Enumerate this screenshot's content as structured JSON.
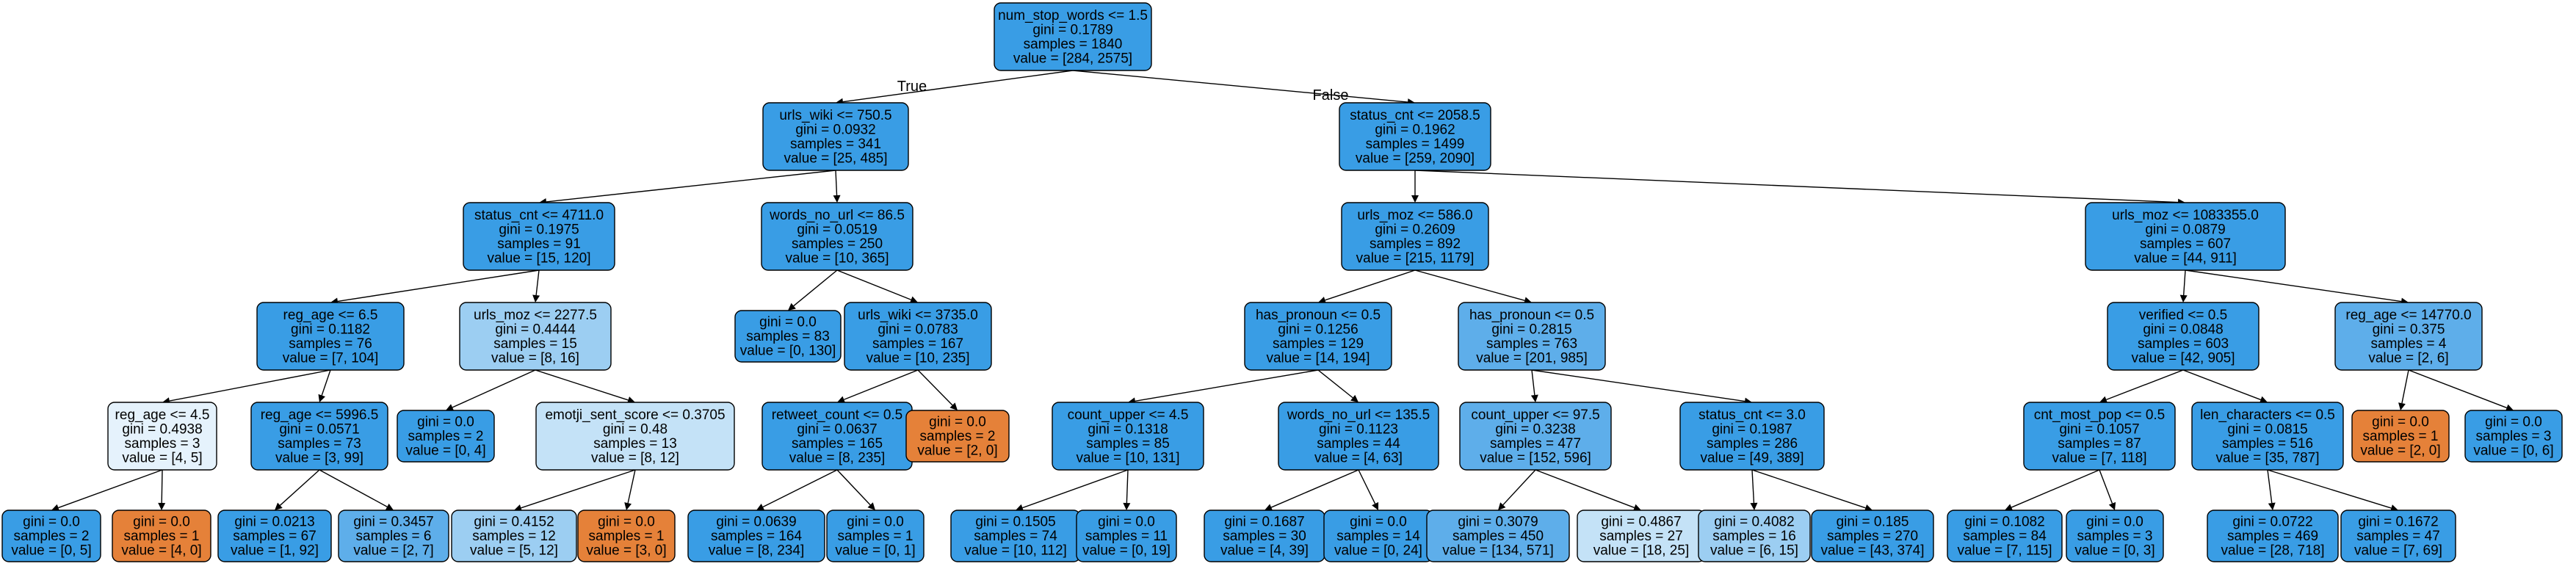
{
  "colors": {
    "blue_strong": "#399de5",
    "blue_mid": "#5eaeea",
    "blue_light": "#9ccef2",
    "blue_pale": "#c4e2f7",
    "blue_faint": "#e5f2fc",
    "orange": "#e58139"
  },
  "edge_labels": {
    "true": "True",
    "false": "False"
  },
  "nodes": [
    {
      "id": "n0",
      "lines": [
        "num_stop_words <= 1.5",
        "gini = 0.1789",
        "samples = 1840",
        "value = [284, 2575]"
      ],
      "color": "blue_strong"
    },
    {
      "id": "n1",
      "lines": [
        "urls_wiki <= 750.5",
        "gini = 0.0932",
        "samples = 341",
        "value = [25, 485]"
      ],
      "color": "blue_strong"
    },
    {
      "id": "n2",
      "lines": [
        "status_cnt <= 2058.5",
        "gini = 0.1962",
        "samples = 1499",
        "value = [259, 2090]"
      ],
      "color": "blue_strong"
    },
    {
      "id": "n3",
      "lines": [
        "status_cnt <= 4711.0",
        "gini = 0.1975",
        "samples = 91",
        "value = [15, 120]"
      ],
      "color": "blue_strong"
    },
    {
      "id": "n4",
      "lines": [
        "words_no_url <= 86.5",
        "gini = 0.0519",
        "samples = 250",
        "value = [10, 365]"
      ],
      "color": "blue_strong"
    },
    {
      "id": "n5",
      "lines": [
        "urls_moz <= 586.0",
        "gini = 0.2609",
        "samples = 892",
        "value = [215, 1179]"
      ],
      "color": "blue_strong"
    },
    {
      "id": "n6",
      "lines": [
        "urls_moz <= 1083355.0",
        "gini = 0.0879",
        "samples = 607",
        "value = [44, 911]"
      ],
      "color": "blue_strong"
    },
    {
      "id": "n7",
      "lines": [
        "reg_age <= 6.5",
        "gini = 0.1182",
        "samples = 76",
        "value = [7, 104]"
      ],
      "color": "blue_strong"
    },
    {
      "id": "n8",
      "lines": [
        "urls_moz <= 2277.5",
        "gini = 0.4444",
        "samples = 15",
        "value = [8, 16]"
      ],
      "color": "blue_light"
    },
    {
      "id": "n9",
      "lines": [
        "gini = 0.0",
        "samples = 83",
        "value = [0, 130]"
      ],
      "color": "blue_strong"
    },
    {
      "id": "n10",
      "lines": [
        "urls_wiki <= 3735.0",
        "gini = 0.0783",
        "samples = 167",
        "value = [10, 235]"
      ],
      "color": "blue_strong"
    },
    {
      "id": "n11",
      "lines": [
        "has_pronoun <= 0.5",
        "gini = 0.1256",
        "samples = 129",
        "value = [14, 194]"
      ],
      "color": "blue_strong"
    },
    {
      "id": "n12",
      "lines": [
        "has_pronoun <= 0.5",
        "gini = 0.2815",
        "samples = 763",
        "value = [201, 985]"
      ],
      "color": "blue_mid"
    },
    {
      "id": "n13",
      "lines": [
        "verified <= 0.5",
        "gini = 0.0848",
        "samples = 603",
        "value = [42, 905]"
      ],
      "color": "blue_strong"
    },
    {
      "id": "n14",
      "lines": [
        "reg_age <= 14770.0",
        "gini = 0.375",
        "samples = 4",
        "value = [2, 6]"
      ],
      "color": "blue_mid"
    },
    {
      "id": "n15",
      "lines": [
        "reg_age <= 4.5",
        "gini = 0.4938",
        "samples = 3",
        "value = [4, 5]"
      ],
      "color": "blue_faint"
    },
    {
      "id": "n16",
      "lines": [
        "reg_age <= 5996.5",
        "gini = 0.0571",
        "samples = 73",
        "value = [3, 99]"
      ],
      "color": "blue_strong"
    },
    {
      "id": "n17",
      "lines": [
        "gini = 0.0",
        "samples = 2",
        "value = [0, 4]"
      ],
      "color": "blue_strong"
    },
    {
      "id": "n18",
      "lines": [
        "emotji_sent_score <= 0.3705",
        "gini = 0.48",
        "samples = 13",
        "value = [8, 12]"
      ],
      "color": "blue_pale"
    },
    {
      "id": "n19",
      "lines": [
        "retweet_count <= 0.5",
        "gini = 0.0637",
        "samples = 165",
        "value = [8, 235]"
      ],
      "color": "blue_strong"
    },
    {
      "id": "n20",
      "lines": [
        "gini = 0.0",
        "samples = 2",
        "value = [2, 0]"
      ],
      "color": "orange"
    },
    {
      "id": "n21",
      "lines": [
        "count_upper <= 4.5",
        "gini = 0.1318",
        "samples = 85",
        "value = [10, 131]"
      ],
      "color": "blue_strong"
    },
    {
      "id": "n22",
      "lines": [
        "words_no_url <= 135.5",
        "gini = 0.1123",
        "samples = 44",
        "value = [4, 63]"
      ],
      "color": "blue_strong"
    },
    {
      "id": "n23",
      "lines": [
        "count_upper <= 97.5",
        "gini = 0.3238",
        "samples = 477",
        "value = [152, 596]"
      ],
      "color": "blue_mid"
    },
    {
      "id": "n24",
      "lines": [
        "status_cnt <= 3.0",
        "gini = 0.1987",
        "samples = 286",
        "value = [49, 389]"
      ],
      "color": "blue_strong"
    },
    {
      "id": "n25",
      "lines": [
        "cnt_most_pop <= 0.5",
        "gini = 0.1057",
        "samples = 87",
        "value = [7, 118]"
      ],
      "color": "blue_strong"
    },
    {
      "id": "n26",
      "lines": [
        "len_characters <= 0.5",
        "gini = 0.0815",
        "samples = 516",
        "value = [35, 787]"
      ],
      "color": "blue_strong"
    },
    {
      "id": "n27",
      "lines": [
        "gini = 0.0",
        "samples = 1",
        "value = [2, 0]"
      ],
      "color": "orange"
    },
    {
      "id": "n28",
      "lines": [
        "gini = 0.0",
        "samples = 3",
        "value = [0, 6]"
      ],
      "color": "blue_strong"
    },
    {
      "id": "n29",
      "lines": [
        "gini = 0.0",
        "samples = 2",
        "value = [0, 5]"
      ],
      "color": "blue_strong"
    },
    {
      "id": "n30",
      "lines": [
        "gini = 0.0",
        "samples = 1",
        "value = [4, 0]"
      ],
      "color": "orange"
    },
    {
      "id": "n31",
      "lines": [
        "gini = 0.0213",
        "samples = 67",
        "value = [1, 92]"
      ],
      "color": "blue_strong"
    },
    {
      "id": "n32",
      "lines": [
        "gini = 0.3457",
        "samples = 6",
        "value = [2, 7]"
      ],
      "color": "blue_mid"
    },
    {
      "id": "n33",
      "lines": [
        "gini = 0.4152",
        "samples = 12",
        "value = [5, 12]"
      ],
      "color": "blue_light"
    },
    {
      "id": "n34",
      "lines": [
        "gini = 0.0",
        "samples = 1",
        "value = [3, 0]"
      ],
      "color": "orange"
    },
    {
      "id": "n35",
      "lines": [
        "gini = 0.0639",
        "samples = 164",
        "value = [8, 234]"
      ],
      "color": "blue_strong"
    },
    {
      "id": "n36",
      "lines": [
        "gini = 0.0",
        "samples = 1",
        "value = [0, 1]"
      ],
      "color": "blue_strong"
    },
    {
      "id": "n37",
      "lines": [
        "gini = 0.1505",
        "samples = 74",
        "value = [10, 112]"
      ],
      "color": "blue_strong"
    },
    {
      "id": "n38",
      "lines": [
        "gini = 0.0",
        "samples = 11",
        "value = [0, 19]"
      ],
      "color": "blue_strong"
    },
    {
      "id": "n39",
      "lines": [
        "gini = 0.1687",
        "samples = 30",
        "value = [4, 39]"
      ],
      "color": "blue_strong"
    },
    {
      "id": "n40",
      "lines": [
        "gini = 0.0",
        "samples = 14",
        "value = [0, 24]"
      ],
      "color": "blue_strong"
    },
    {
      "id": "n41",
      "lines": [
        "gini = 0.3079",
        "samples = 450",
        "value = [134, 571]"
      ],
      "color": "blue_mid"
    },
    {
      "id": "n42",
      "lines": [
        "gini = 0.4867",
        "samples = 27",
        "value = [18, 25]"
      ],
      "color": "blue_pale"
    },
    {
      "id": "n43",
      "lines": [
        "gini = 0.4082",
        "samples = 16",
        "value = [6, 15]"
      ],
      "color": "blue_light"
    },
    {
      "id": "n44",
      "lines": [
        "gini = 0.185",
        "samples = 270",
        "value = [43, 374]"
      ],
      "color": "blue_strong"
    },
    {
      "id": "n45",
      "lines": [
        "gini = 0.1082",
        "samples = 84",
        "value = [7, 115]"
      ],
      "color": "blue_strong"
    },
    {
      "id": "n46",
      "lines": [
        "gini = 0.0",
        "samples = 3",
        "value = [0, 3]"
      ],
      "color": "blue_strong"
    },
    {
      "id": "n47",
      "lines": [
        "gini = 0.0722",
        "samples = 469",
        "value = [28, 718]"
      ],
      "color": "blue_strong"
    },
    {
      "id": "n48",
      "lines": [
        "gini = 0.1672",
        "samples = 47",
        "value = [7, 69]"
      ],
      "color": "blue_strong"
    }
  ],
  "edges": [
    [
      "n0",
      "n1"
    ],
    [
      "n0",
      "n2"
    ],
    [
      "n1",
      "n3"
    ],
    [
      "n1",
      "n4"
    ],
    [
      "n2",
      "n5"
    ],
    [
      "n2",
      "n6"
    ],
    [
      "n3",
      "n7"
    ],
    [
      "n3",
      "n8"
    ],
    [
      "n4",
      "n9"
    ],
    [
      "n4",
      "n10"
    ],
    [
      "n5",
      "n11"
    ],
    [
      "n5",
      "n12"
    ],
    [
      "n6",
      "n13"
    ],
    [
      "n6",
      "n14"
    ],
    [
      "n7",
      "n15"
    ],
    [
      "n7",
      "n16"
    ],
    [
      "n8",
      "n17"
    ],
    [
      "n8",
      "n18"
    ],
    [
      "n10",
      "n19"
    ],
    [
      "n10",
      "n20"
    ],
    [
      "n11",
      "n21"
    ],
    [
      "n11",
      "n22"
    ],
    [
      "n12",
      "n23"
    ],
    [
      "n12",
      "n24"
    ],
    [
      "n13",
      "n25"
    ],
    [
      "n13",
      "n26"
    ],
    [
      "n14",
      "n27"
    ],
    [
      "n14",
      "n28"
    ],
    [
      "n15",
      "n29"
    ],
    [
      "n15",
      "n30"
    ],
    [
      "n16",
      "n31"
    ],
    [
      "n16",
      "n32"
    ],
    [
      "n18",
      "n33"
    ],
    [
      "n18",
      "n34"
    ],
    [
      "n19",
      "n35"
    ],
    [
      "n19",
      "n36"
    ],
    [
      "n21",
      "n37"
    ],
    [
      "n21",
      "n38"
    ],
    [
      "n22",
      "n39"
    ],
    [
      "n22",
      "n40"
    ],
    [
      "n23",
      "n41"
    ],
    [
      "n23",
      "n42"
    ],
    [
      "n24",
      "n43"
    ],
    [
      "n24",
      "n44"
    ],
    [
      "n25",
      "n45"
    ],
    [
      "n25",
      "n46"
    ],
    [
      "n26",
      "n47"
    ],
    [
      "n26",
      "n48"
    ]
  ]
}
